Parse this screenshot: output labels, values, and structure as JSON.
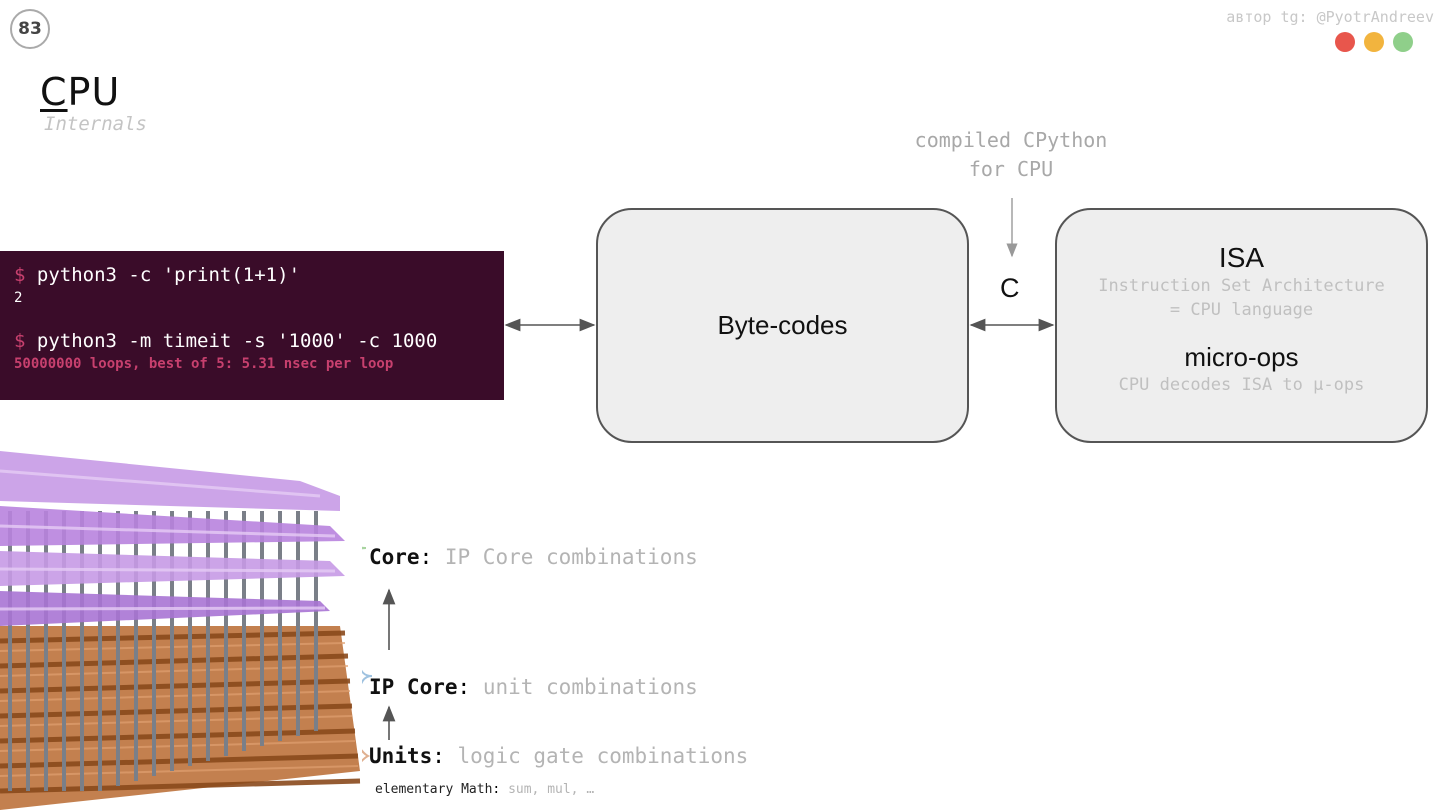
{
  "slide": {
    "page_number": "83",
    "author": "автор tg: @PyotrAndreev",
    "dot_colors": [
      "#e8564c",
      "#f2b43e",
      "#8fcf8a"
    ],
    "title_first": "C",
    "title_rest": "PU",
    "subtitle": "Internals"
  },
  "terminal": {
    "prompt": "$",
    "cmd1": "python3 -c 'print(1+1)'",
    "out1": "2",
    "cmd2": "python3 -m timeit -s '1000' -c 1000",
    "out2": "50000000 loops, best of 5: 5.31 nsec per loop"
  },
  "diagram": {
    "bytecodes_label": "Byte-codes",
    "compiled_line1": "compiled CPython",
    "compiled_line2": "for CPU",
    "c_label": "C",
    "isa_title": "ISA",
    "isa_desc1": "Instruction Set Architecture",
    "isa_desc2": "= CPU language",
    "mops_title": "micro-ops",
    "mops_desc": "CPU decodes ISA to μ-ops"
  },
  "levels": {
    "core_key": "Core",
    "core_desc": "IP Core combinations",
    "ipcore_key": "IP Core",
    "ipcore_desc": "unit combinations",
    "units_key": "Units",
    "units_desc": "logic gate combinations",
    "elem_key": "elementary Math",
    "elem_desc": "sum, mul, …",
    "sep": ": "
  }
}
